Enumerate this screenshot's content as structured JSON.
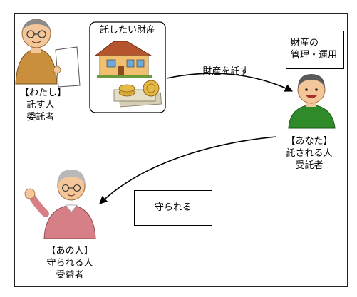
{
  "truster": {
    "line1": "【わたし】",
    "line2": "託す人",
    "line3": "委託者"
  },
  "trustee": {
    "line1": "【あなた】",
    "line2": "託される人",
    "line3": "受託者"
  },
  "beneficiary": {
    "line1": "【あの人】",
    "line2": "守られる人",
    "line3": "受益者"
  },
  "asset_box": {
    "label": "託したい財産"
  },
  "trustee_role": {
    "line1": "財産の",
    "line2": "管理・運用"
  },
  "arrows": {
    "entrust_label": "財産を託す",
    "protect_label": "守られる"
  },
  "colors": {
    "truster_shirt": "#c98f3c",
    "trustee_shirt": "#2f8a2a",
    "beneficiary_shirt": "#d77f86",
    "skin": "#f4c79a"
  }
}
